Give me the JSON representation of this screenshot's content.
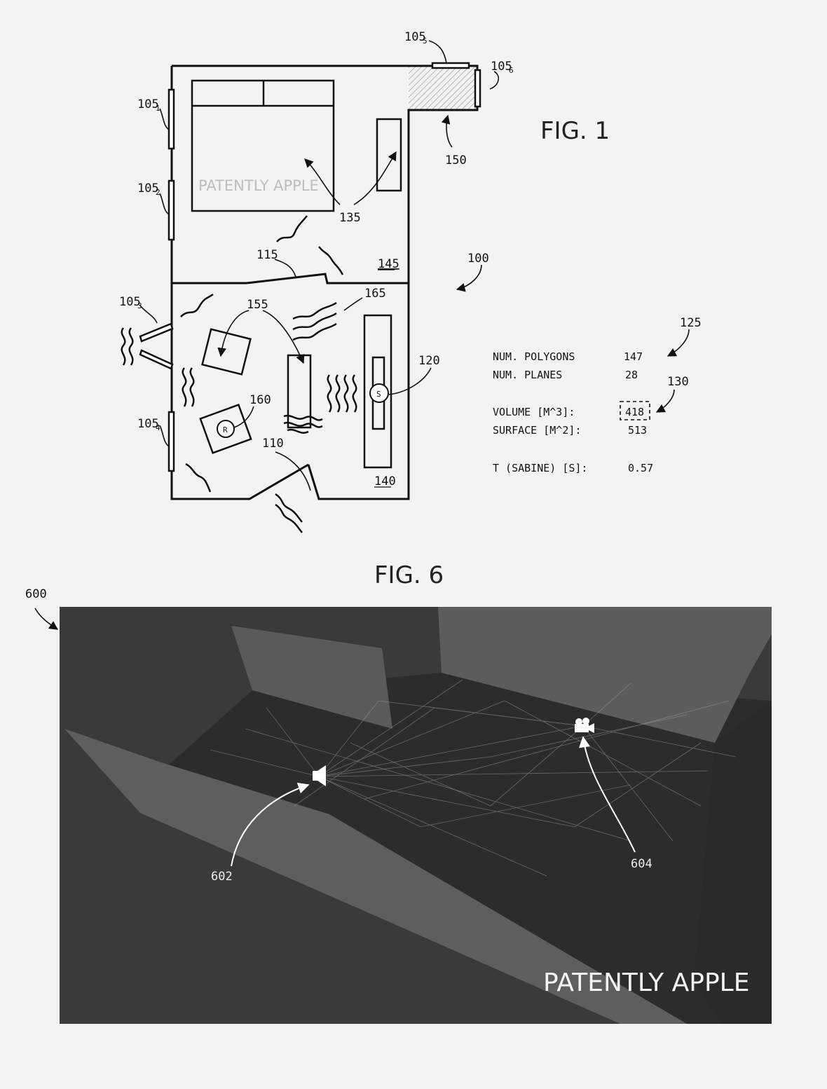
{
  "fig1": {
    "title": "FIG. 1",
    "labels": {
      "w1": "105",
      "w1s": "1",
      "w2": "105",
      "w2s": "2",
      "w3": "105",
      "w3s": "3",
      "w4": "105",
      "w4s": "4",
      "w5": "105",
      "w5s": "5",
      "w6": "105",
      "w6s": "6",
      "l150": "150",
      "l135": "135",
      "l115": "115",
      "l145": "145",
      "l100": "100",
      "l155": "155",
      "l165": "165",
      "l120": "120",
      "l160": "160",
      "l110": "110",
      "l140": "140",
      "l125": "125",
      "l130": "130",
      "speaker_glyph": "S",
      "receiver_glyph": "R"
    },
    "stats": [
      {
        "label": "NUM. POLYGONS",
        "value": "147"
      },
      {
        "label": "NUM. PLANES",
        "value": "28"
      },
      {
        "label": "VOLUME [M^3]:",
        "value": "418"
      },
      {
        "label": "SURFACE [M^2]:",
        "value": "513"
      },
      {
        "label": "T (SABINE) [S]:",
        "value": "0.57"
      }
    ],
    "watermark": "PATENTLY APPLE"
  },
  "fig6": {
    "title": "FIG. 6",
    "ref": "600",
    "l602": "602",
    "l604": "604",
    "watermark": "PATENTLY APPLE",
    "icons": [
      "speaker-icon",
      "camera-icon"
    ]
  }
}
